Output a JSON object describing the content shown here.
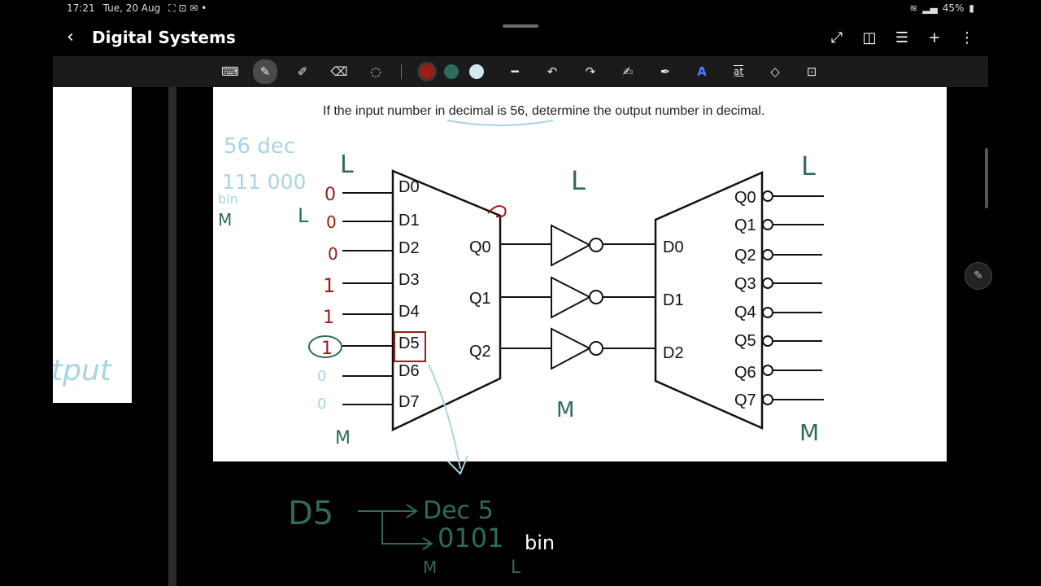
{
  "status": {
    "time": "17:21",
    "date": "Tue, 20 Aug",
    "battery": "45%"
  },
  "app": {
    "title": "Digital Systems"
  },
  "toolbar": {
    "pen_colors": [
      "#9c1c18",
      "#2e6b5b",
      "#cfe8f2"
    ],
    "tools": [
      "keyboard-icon",
      "pen-icon",
      "highlighter-icon",
      "eraser-icon",
      "lasso-icon",
      "stroke-width-icon",
      "undo-icon",
      "redo-icon",
      "shape-pen-icon",
      "text-pen-icon",
      "text-style-icon",
      "text-box-icon",
      "shapes-icon",
      "lock-icon"
    ]
  },
  "page": {
    "question": "If the input number in decimal is 56, determine the output number in decimal."
  },
  "diagram": {
    "encoder_inputs": [
      "D0",
      "D1",
      "D2",
      "D3",
      "D4",
      "D5",
      "D6",
      "D7"
    ],
    "encoder_outputs": [
      "Q0",
      "Q1",
      "Q2"
    ],
    "decoder_inputs": [
      "D0",
      "D1",
      "D2"
    ],
    "decoder_outputs": [
      "Q0",
      "Q1",
      "Q2",
      "Q3",
      "Q4",
      "Q5",
      "Q6",
      "Q7"
    ]
  },
  "annotations": {
    "dec_label": "56 dec",
    "bin_value": "111 000",
    "bin_label": "bin",
    "input_bits": [
      "0",
      "0",
      "0",
      "1",
      "1",
      "1",
      "0",
      "0"
    ],
    "L": "L",
    "M": "M",
    "output_frag": "tput",
    "bottom_d5": "D5",
    "bottom_dec": "Dec 5",
    "bottom_bits": "0101",
    "bottom_bin": "bin",
    "bottom_m": "M",
    "bottom_l": "L"
  },
  "colors": {
    "ink_red": "#9c1c18",
    "ink_green": "#2e6b5b",
    "ink_light_blue": "#a8d4e4"
  }
}
